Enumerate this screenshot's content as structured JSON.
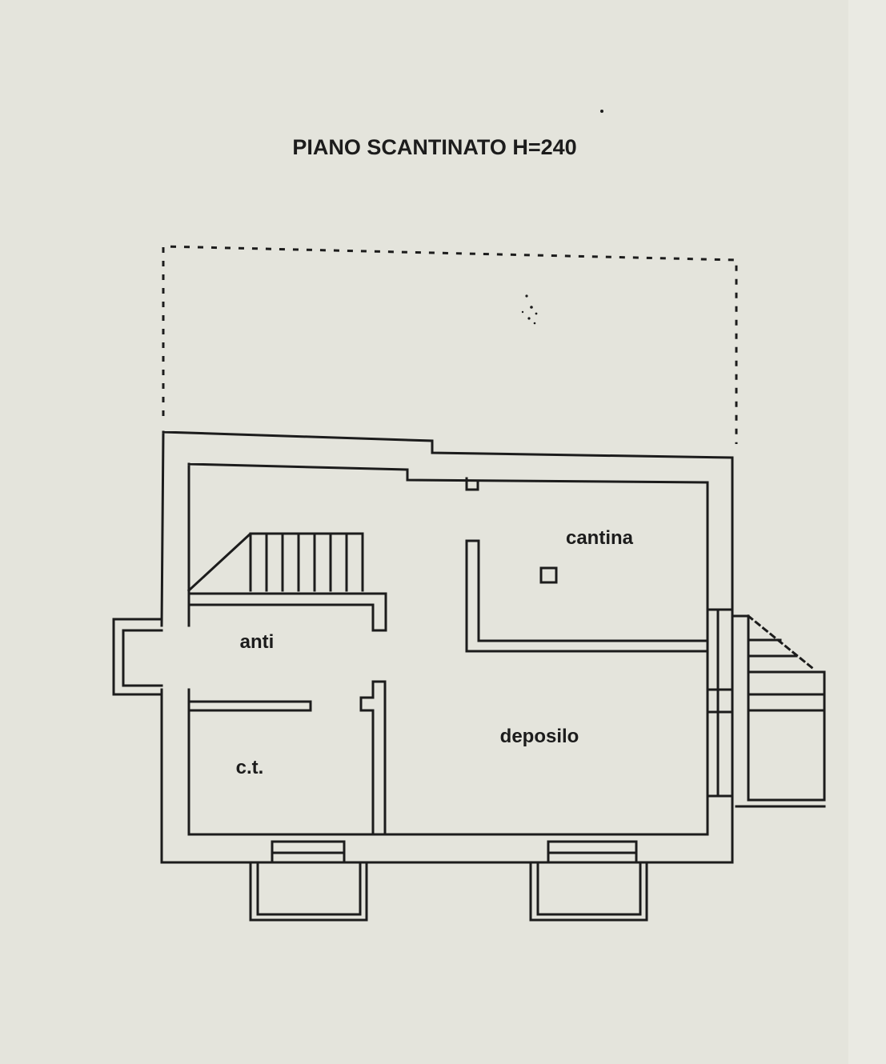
{
  "plan": {
    "title": "PIANO SCANTINATO H=240",
    "rooms": {
      "cantina": "cantina",
      "anti": "anti",
      "deposito": "deposilo",
      "ct": "c.t."
    }
  },
  "colors": {
    "paper": "#e4e4dc",
    "ink": "#1c1c1c"
  }
}
